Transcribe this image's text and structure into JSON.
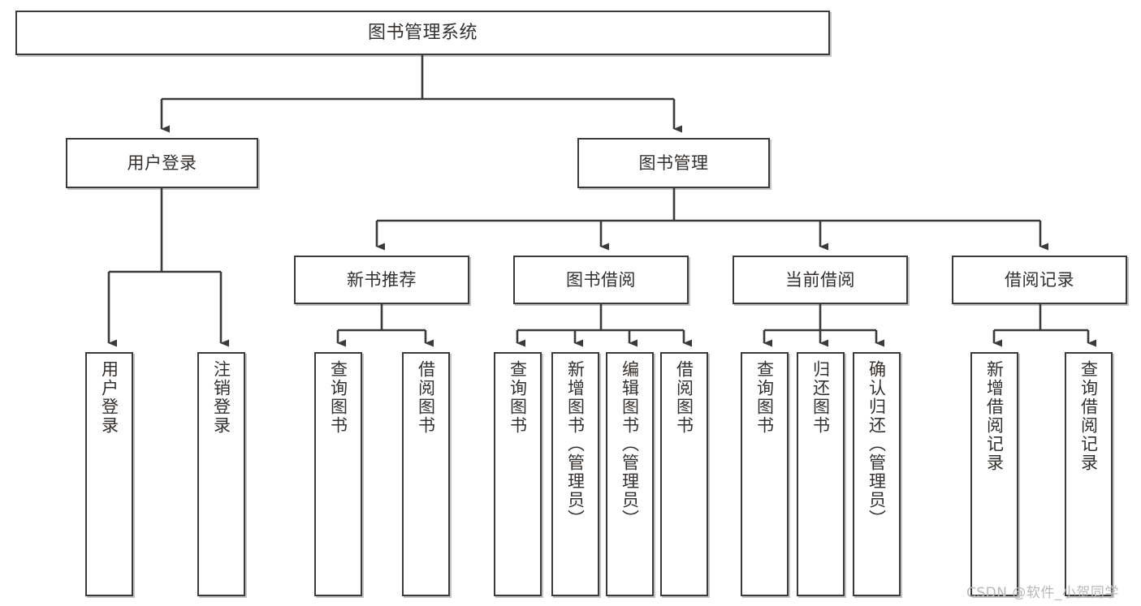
{
  "diagram": {
    "title": "图书管理系统",
    "type": "tree-hierarchy",
    "watermark": "CSDN @软件_小贺同学",
    "colors": {
      "background": "#ffffff",
      "box_border": "#3a3a3a",
      "box_fill": "#ffffff",
      "edge": "#3a3a3a",
      "text": "#33302e",
      "watermark": "#b9b9b9"
    },
    "levels": {
      "root": {
        "label": "图书管理系统"
      },
      "level2": [
        {
          "id": "user-login",
          "label": "用户登录"
        },
        {
          "id": "book-manage",
          "label": "图书管理"
        }
      ],
      "level3": [
        {
          "id": "new-book-recommend",
          "label": "新书推荐"
        },
        {
          "id": "book-borrow",
          "label": "图书借阅"
        },
        {
          "id": "current-borrow",
          "label": "当前借阅"
        },
        {
          "id": "borrow-record",
          "label": "借阅记录"
        }
      ],
      "leaves": [
        {
          "id": "leaf-user-login",
          "label": "用户登录",
          "parent": "user-login"
        },
        {
          "id": "leaf-user-logout",
          "label": "注销登录",
          "parent": "user-login"
        },
        {
          "id": "leaf-query-book-1",
          "label": "查询图书",
          "parent": "new-book-recommend"
        },
        {
          "id": "leaf-borrow-book-1",
          "label": "借阅图书",
          "parent": "new-book-recommend"
        },
        {
          "id": "leaf-query-book-2",
          "label": "查询图书",
          "parent": "book-borrow"
        },
        {
          "id": "leaf-add-book",
          "label": "新增图书（管理员）",
          "parent": "book-borrow"
        },
        {
          "id": "leaf-edit-book",
          "label": "编辑图书（管理员）",
          "parent": "book-borrow"
        },
        {
          "id": "leaf-borrow-book-2",
          "label": "借阅图书",
          "parent": "book-borrow"
        },
        {
          "id": "leaf-query-book-3",
          "label": "查询图书",
          "parent": "current-borrow"
        },
        {
          "id": "leaf-return-book",
          "label": "归还图书",
          "parent": "current-borrow"
        },
        {
          "id": "leaf-confirm-return",
          "label": "确认归还（管理员）",
          "parent": "current-borrow"
        },
        {
          "id": "leaf-add-record",
          "label": "新增借阅记录",
          "parent": "borrow-record"
        },
        {
          "id": "leaf-query-record",
          "label": "查询借阅记录",
          "parent": "borrow-record"
        }
      ]
    }
  }
}
